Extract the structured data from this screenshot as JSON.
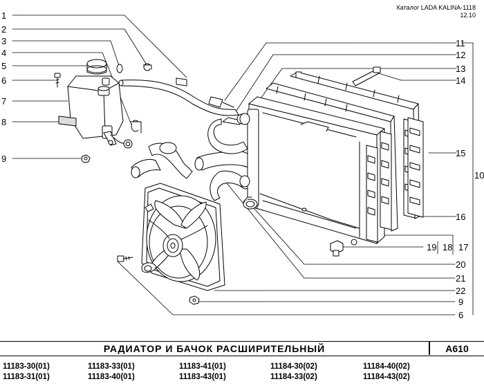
{
  "header": {
    "catalog": "Каталог LADA KALINA-1118",
    "date": "12.10"
  },
  "callouts": {
    "c1": "1",
    "c2": "2",
    "c3": "3",
    "c4": "4",
    "c5": "5",
    "c6": "6",
    "c7": "7",
    "c8": "8",
    "c9": "9",
    "c10": "10",
    "c11": "11",
    "c12": "12",
    "c13": "13",
    "c14": "14",
    "c15": "15",
    "c16": "16",
    "c17": "17",
    "c18": "18",
    "c19": "19",
    "c20": "20",
    "c21": "21",
    "c22": "22",
    "c9b": "9",
    "c6b": "6"
  },
  "title": {
    "text": "РАДИАТОР  И  БАЧОК  РАСШИРИТЕЛЬНЫЙ",
    "code": "A610"
  },
  "models": [
    [
      "11183-30(01)",
      "11183-31(01)"
    ],
    [
      "11183-33(01)",
      "11183-40(01)"
    ],
    [
      "11183-41(01)",
      "11183-43(01)"
    ],
    [
      "11184-30(02)",
      "11184-33(02)"
    ],
    [
      "11184-40(02)",
      "11184-43(02)"
    ]
  ]
}
